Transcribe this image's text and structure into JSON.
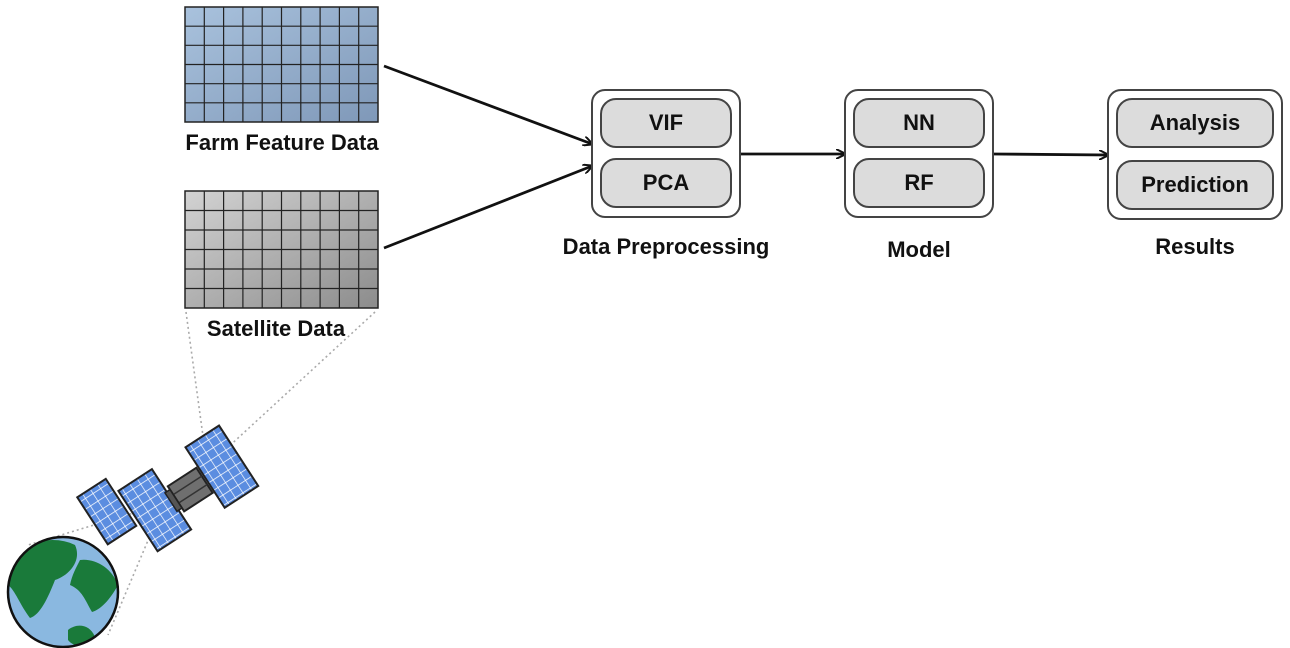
{
  "inputs": {
    "farm_label": "Farm Feature Data",
    "satellite_label": "Satellite Data"
  },
  "stages": {
    "preprocessing": {
      "title": "Data Preprocessing",
      "items": [
        "VIF",
        "PCA"
      ]
    },
    "model": {
      "title": "Model",
      "items": [
        "NN",
        "RF"
      ]
    },
    "results": {
      "title": "Results",
      "items": [
        "Analysis",
        "Prediction"
      ]
    }
  },
  "icons": [
    "satellite-icon",
    "earth-icon",
    "farm-data-grid-icon",
    "satellite-data-grid-icon"
  ],
  "colors": {
    "farm_grid_light": "#a9c2dd",
    "farm_grid_dark": "#7f98b8",
    "sat_grid_light": "#d3d3d3",
    "sat_grid_dark": "#8c8c8c",
    "pill_fill": "#dcdcdc",
    "earth_ocean": "#8ab8e0",
    "earth_land": "#1a7a3a",
    "solar_panel": "#5b8de0"
  }
}
